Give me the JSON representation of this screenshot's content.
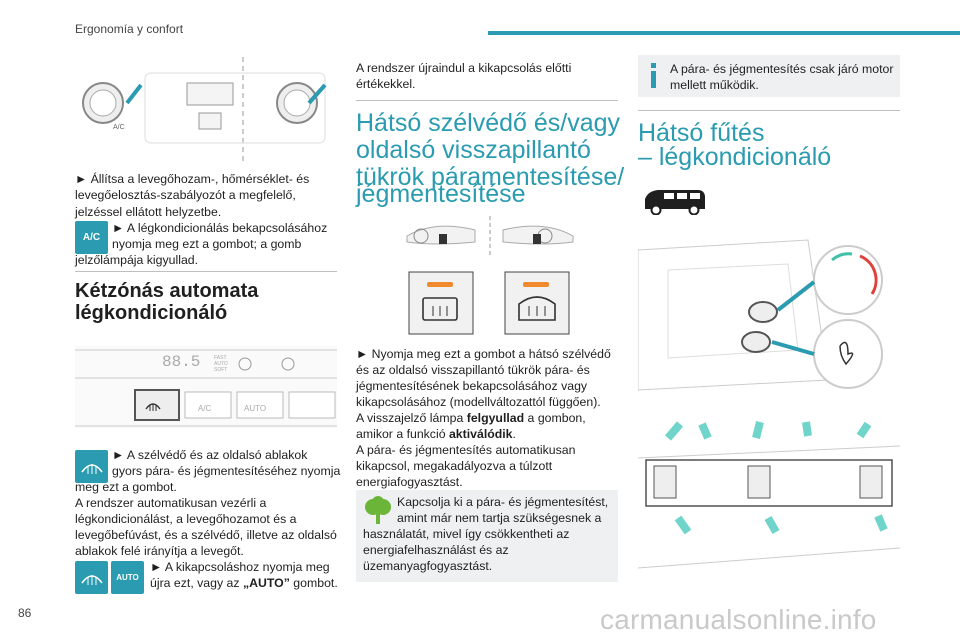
{
  "header": {
    "title": "Ergonomía y confort"
  },
  "page_number": "86",
  "watermark": "carmanualsonline.info",
  "colors": {
    "accent": "#2a9bb0",
    "green": "#6bb539",
    "red": "#e0403a"
  },
  "col1": {
    "p1": "► Állítsa a levegőhozam-, hőmérséklet- és levegőelosztás-szabályozót a megfelelő, jelzéssel ellátott helyzetbe.",
    "ac_icon": "A/C",
    "ac_line1": "► A légkondicionálás bekapcsolásához",
    "ac_line2": "nyomja meg ezt a gombot; a gomb",
    "ac_line3": "jelzőlámpája kigyullad.",
    "heading_line1": "Kétzónás automata",
    "heading_line2": "légkondicionáló",
    "panel": {
      "display": "88.5",
      "fast": "FAST",
      "auto": "AUTO",
      "soft": "SOFT",
      "ac": "A/C",
      "auto_btn": "AUTO"
    },
    "defrost_line1": "► A szélvédő és az oldalsó ablakok",
    "defrost_line2": "gyors pára- és jégmentesítéséhez nyomja",
    "defrost_line3": "meg ezt a gombot.",
    "p2_l1": "A rendszer automatikusan vezérli a",
    "p2_l2": "légkondicionálást, a levegőhozamot és a",
    "p2_l3": "levegőbefúvást, és a szélvédő, illetve az oldalsó",
    "p2_l4": "ablakok felé irányítja a levegőt.",
    "auto_icon": "AUTO",
    "off_line1": "► A kikapcsoláshoz nyomja meg",
    "off_line2a": "újra ezt, vagy az ",
    "off_line2b": "„AUTO”",
    "off_line2c": " gombot."
  },
  "col2": {
    "p_restart_l1": "A rendszer újraindul a kikapcsolás előtti",
    "p_restart_l2": "értékekkel.",
    "heading_l1": "Hátsó szélvédő és/vagy",
    "heading_l2": "oldalsó visszapillantó",
    "heading_l3": "tükrök páramentesítése/",
    "heading_l4": "jégmentesítése",
    "p_l1": "► Nyomja meg ezt a gombot a hátsó szélvédő",
    "p_l2": "és az oldalsó visszapillantó tükrök pára- és",
    "p_l3": "jégmentesítésének bekapcsolásához vagy",
    "p_l4": "kikapcsolásához (modellváltozattól függően).",
    "p_l5a": "A visszajelző lámpa ",
    "p_l5b": "felgyullad",
    "p_l5c": " a gombon,",
    "p_l6a": "amikor a funkció ",
    "p_l6b": "aktiválódik",
    "p_l6c": ".",
    "p_l7": "A pára- és jégmentesítés automatikusan",
    "p_l8": "kikapcsol, megakadályozva a túlzott",
    "p_l9": "energiafogyasztást.",
    "eco_l1": "Kapcsolja ki a pára- és jégmentesítést,",
    "eco_l2": "amint már nem tartja szükségesnek a",
    "eco_l3": "használatát, mivel így csökkentheti az",
    "eco_l4": "energiafelhasználást és az",
    "eco_l5": "üzemanyagfogyasztást."
  },
  "col3": {
    "info_l1": "A pára- és jégmentesítés csak járó motor",
    "info_l2": "mellett működik.",
    "heading_l1": "Hátsó fűtés",
    "heading_l2": "– légkondicionáló"
  }
}
